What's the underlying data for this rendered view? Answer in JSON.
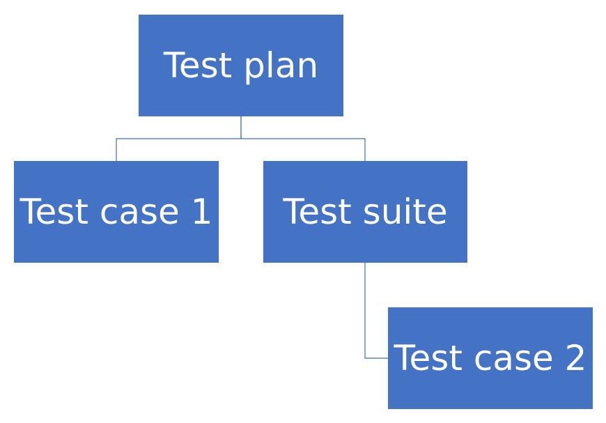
{
  "diagram": {
    "node_color": "#4472C4",
    "line_color": "#41719C",
    "text_color": "#FFFFFF",
    "nodes": [
      {
        "id": "root",
        "label": "Test plan"
      },
      {
        "id": "case1",
        "label": "Test case 1",
        "parent": "root"
      },
      {
        "id": "suite",
        "label": "Test suite",
        "parent": "root"
      },
      {
        "id": "case2",
        "label": "Test case 2",
        "parent": "suite"
      }
    ]
  }
}
